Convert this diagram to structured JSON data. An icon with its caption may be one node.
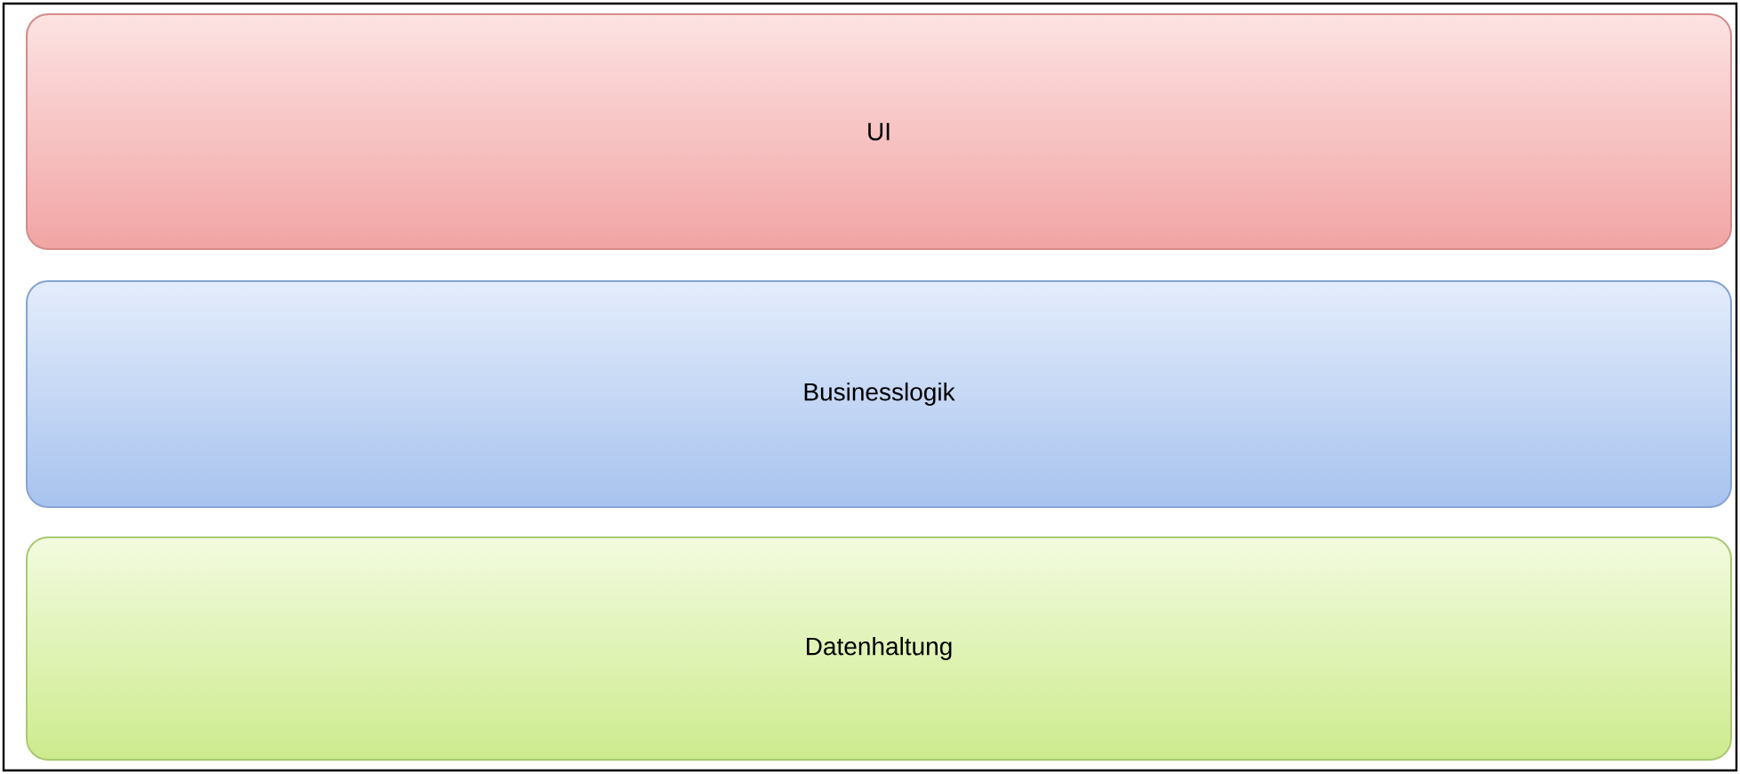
{
  "diagram": {
    "nodes": [
      {
        "text": [
          "UI"
        ]
      },
      {
        "text": [
          "Businesslogik"
        ]
      },
      {
        "text": [
          "Datenhaltung"
        ]
      }
    ]
  }
}
